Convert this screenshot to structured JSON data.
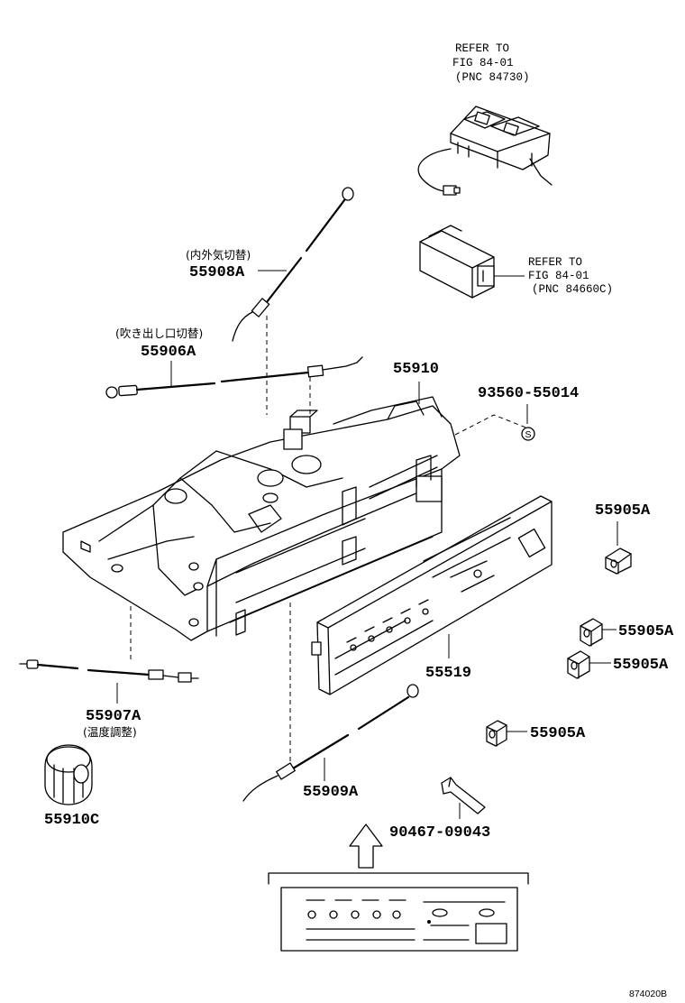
{
  "refs": {
    "top": {
      "line1": "REFER TO",
      "line2": "FIG 84-01",
      "line3": "(PNC 84730)"
    },
    "mid": {
      "line1": "REFER TO",
      "line2": "FIG 84-01",
      "line3": "(PNC 84660C)"
    }
  },
  "parts": {
    "p55908A": {
      "number": "55908A",
      "note": "(内外気切替)"
    },
    "p55906A": {
      "number": "55906A",
      "note": "(吹き出し口切替)"
    },
    "p55910": {
      "number": "55910"
    },
    "p93560": {
      "number": "93560-55014"
    },
    "p55905A_1": {
      "number": "55905A"
    },
    "p55905A_2": {
      "number": "55905A"
    },
    "p55905A_3": {
      "number": "55905A"
    },
    "p55905A_4": {
      "number": "55905A"
    },
    "p55519": {
      "number": "55519"
    },
    "p55907A": {
      "number": "55907A",
      "note": "(温度調整)"
    },
    "p55909A": {
      "number": "55909A"
    },
    "p55910C": {
      "number": "55910C"
    },
    "p90467": {
      "number": "90467-09043"
    }
  },
  "drawing_code": "874020B",
  "colors": {
    "ink": "#000000",
    "paper": "#ffffff"
  }
}
